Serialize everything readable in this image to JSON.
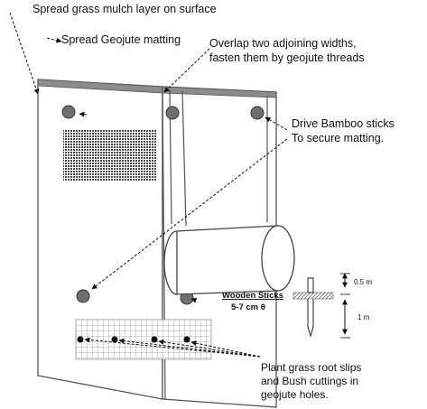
{
  "labels": {
    "grass_mulch": "Spread grass mulch layer on surface",
    "geojute": "Spread Geojute matting",
    "overlap_line1": "Overlap two adjoining widths,",
    "overlap_line2": "fasten them by geojute threads",
    "bamboo_line1": "Drive Bamboo sticks",
    "bamboo_line2": "To secure matting.",
    "sticks_title": "Wooden Sticks",
    "sticks_size": "5-7 cm θ",
    "plant_line1": "Plant grass root slips",
    "plant_line2": "and Bush cuttings in",
    "plant_line3": "geojute holes."
  },
  "dimensions": {
    "top": "0.5 m",
    "bottom": "1 m"
  }
}
